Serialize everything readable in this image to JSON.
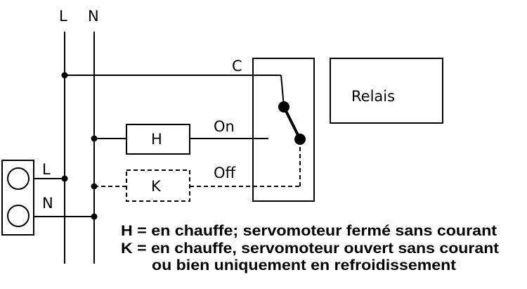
{
  "rails": {
    "line_label": "L",
    "neutral_label": "N"
  },
  "terminal_block": {
    "line_label": "L",
    "neutral_label": "N"
  },
  "heater_h": {
    "label": "H"
  },
  "heater_k": {
    "label": "K"
  },
  "switch": {
    "common_label": "C",
    "on_label": "On",
    "off_label": "Off"
  },
  "relay": {
    "label": "Relais"
  },
  "legend": {
    "line1": "H = en chauffe; servomoteur fermé sans courant",
    "line2": "K = en chauffe, servomoteur ouvert sans courant",
    "line3": "ou bien uniquement en refroidissement"
  }
}
